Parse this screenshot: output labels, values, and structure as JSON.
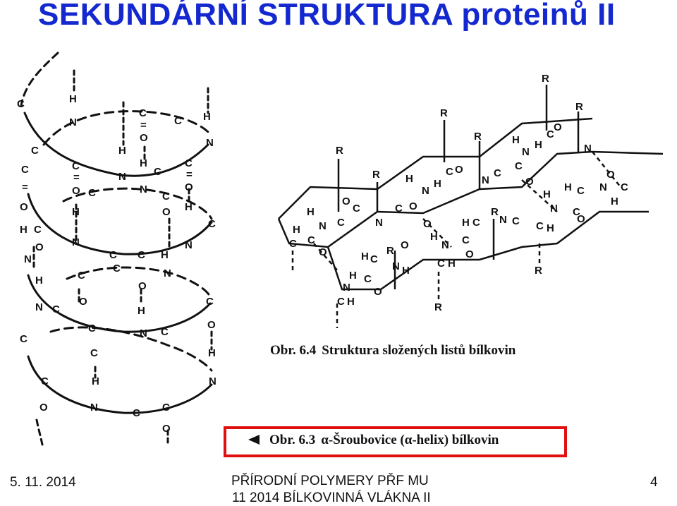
{
  "slide": {
    "title": "SEKUNDÁRNÍ STRUKTURA proteinů II",
    "captions": {
      "sheet_number": "Obr. 6.4",
      "sheet_text": "Struktura složených listů bílkovin",
      "helix_number": "Obr. 6.3",
      "helix_text": "α-Šroubovice (α-helix) bílkovin"
    },
    "footer": {
      "date": "5. 11. 2014",
      "center": "PŘÍRODNÍ POLYMERY PŘF MU",
      "subtitle": "11 2014 BÍLKOVINNÁ VLÁKNA II",
      "page": "4"
    },
    "colors": {
      "title": "#1428d0",
      "highlight_box": "#e01010"
    }
  }
}
